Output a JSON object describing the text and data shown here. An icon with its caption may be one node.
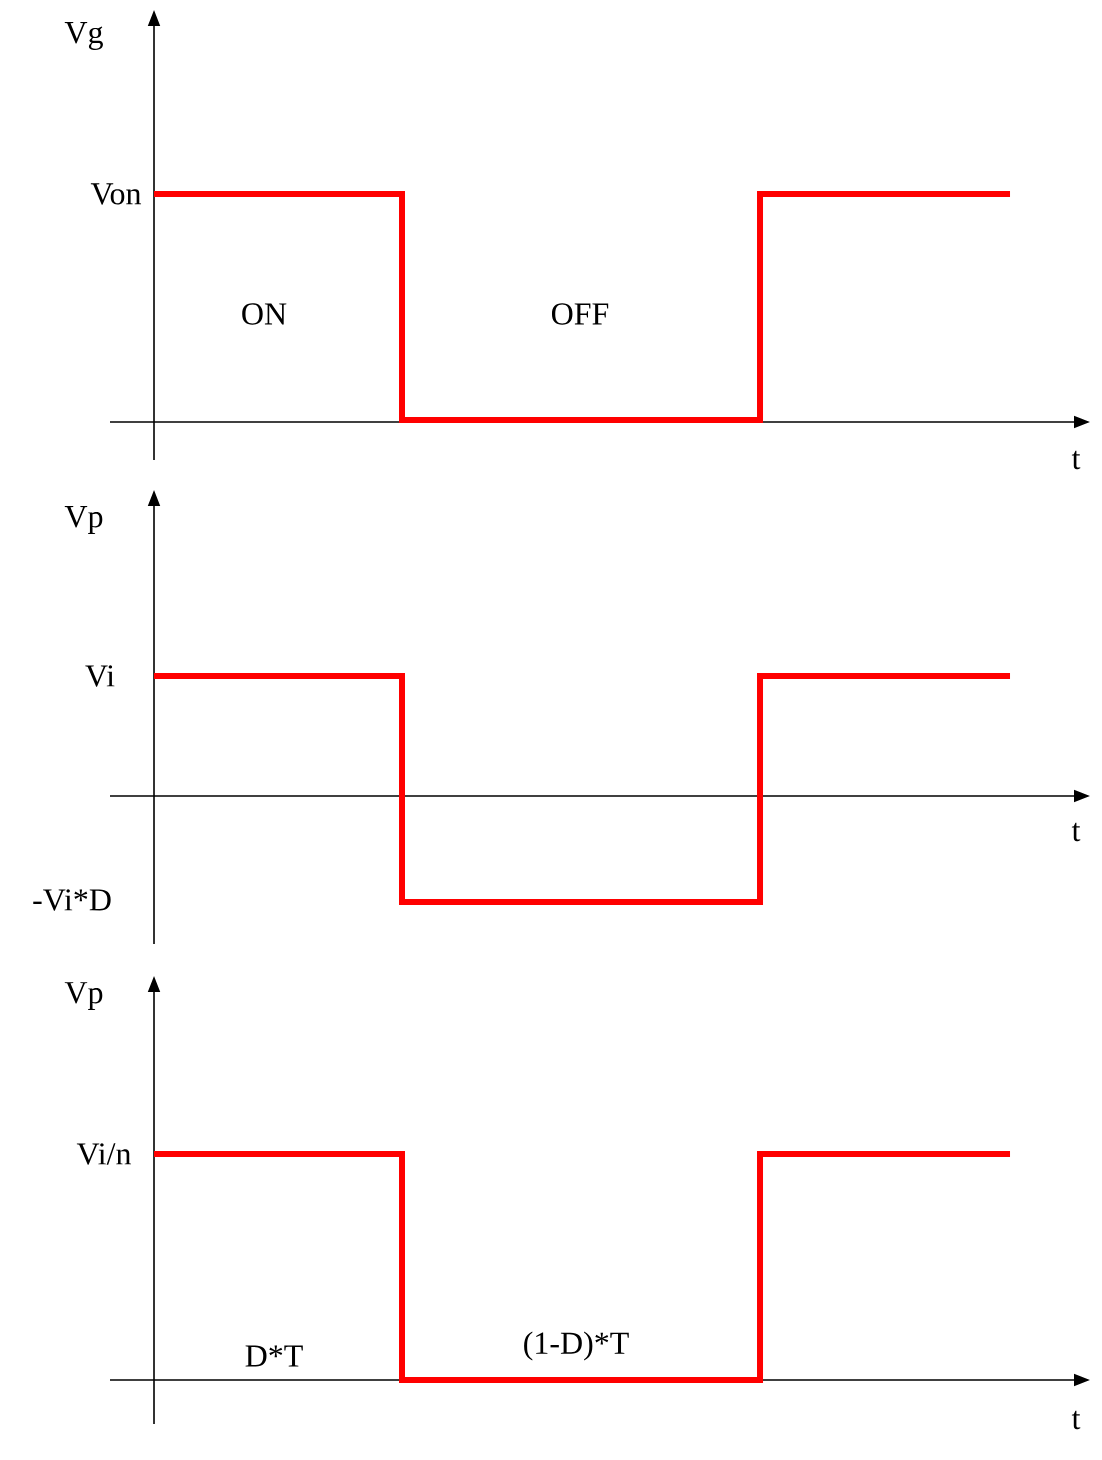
{
  "diagram": {
    "labels": [
      "Vg",
      "Von",
      "ON",
      "OFF",
      "t",
      "Vp",
      "Vi",
      "t",
      "-Vi*D",
      "Vp",
      "Vi/n",
      "D*T",
      "(1-D)*T",
      "t"
    ]
  }
}
